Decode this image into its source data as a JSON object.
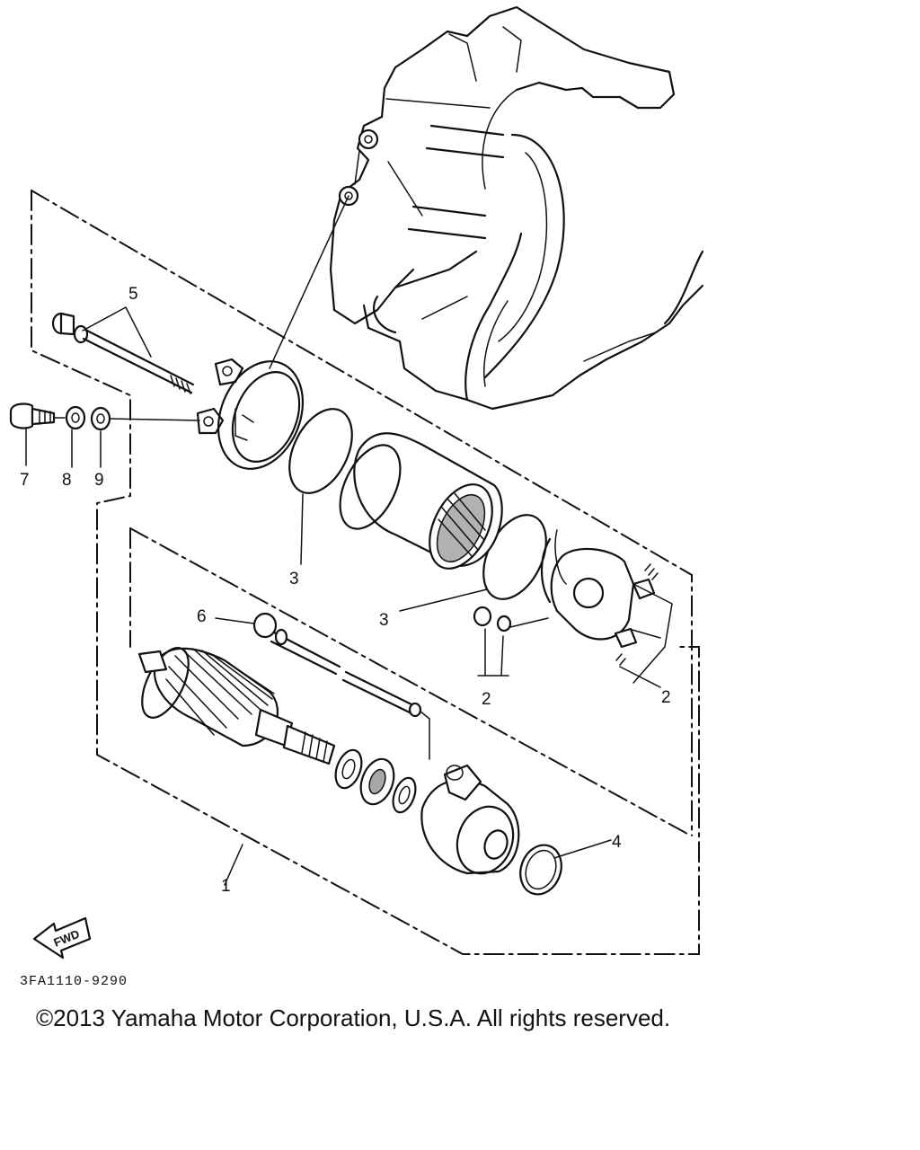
{
  "callouts": {
    "c1": "1",
    "c2a": "2",
    "c2b": "2",
    "c3a": "3",
    "c3b": "3",
    "c4": "4",
    "c5": "5",
    "c6": "6",
    "c7": "7",
    "c8": "8",
    "c9": "9"
  },
  "fwd_label": "FWD",
  "ref_code": "3FA1110-9290",
  "copyright": "©2013 Yamaha Motor Corporation, U.S.A. All rights reserved."
}
